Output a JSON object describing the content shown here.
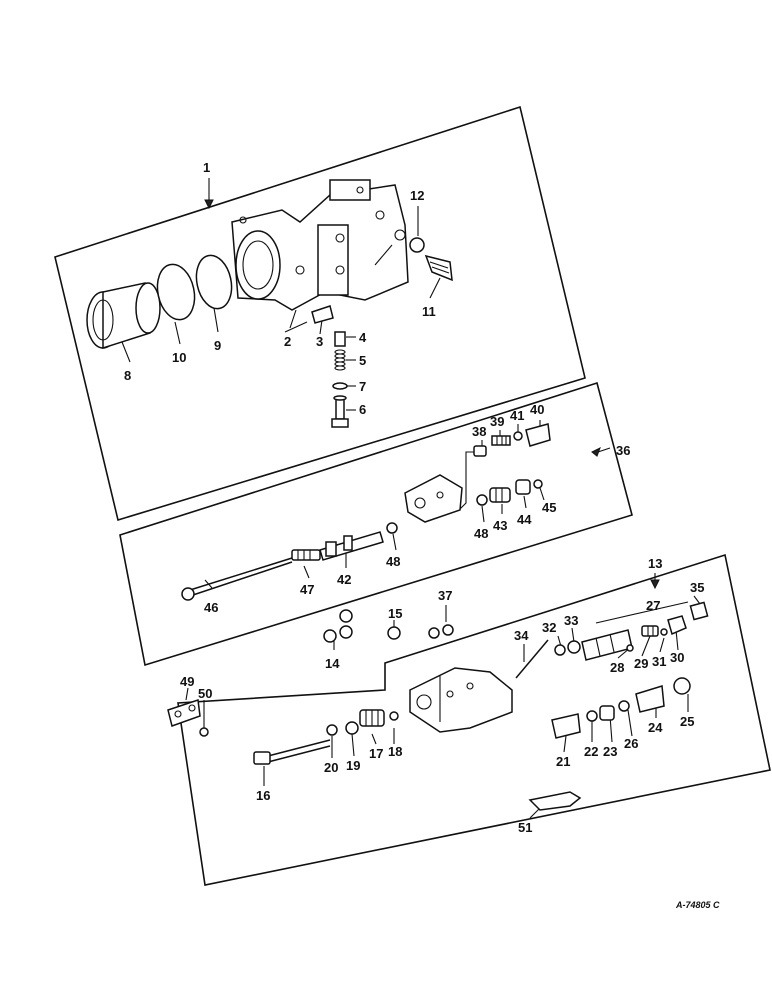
{
  "diagram": {
    "reference_code": "A-74805 C",
    "labels": {
      "l1": "1",
      "l2": "2",
      "l3": "3",
      "l4": "4",
      "l5": "5",
      "l6": "6",
      "l7": "7",
      "l8": "8",
      "l9": "9",
      "l10": "10",
      "l11": "11",
      "l12": "12",
      "l13": "13",
      "l14": "14",
      "l15": "15",
      "l16": "16",
      "l17": "17",
      "l18": "18",
      "l19": "19",
      "l20": "20",
      "l21": "21",
      "l22": "22",
      "l23": "23",
      "l24": "24",
      "l25": "25",
      "l26": "26",
      "l27": "27",
      "l28": "28",
      "l29": "29",
      "l30": "30",
      "l31": "31",
      "l32": "32",
      "l33": "33",
      "l34": "34",
      "l35": "35",
      "l36": "36",
      "l37": "37",
      "l38": "38",
      "l39": "39",
      "l40": "40",
      "l41": "41",
      "l42": "42",
      "l43": "43",
      "l44": "44",
      "l45": "45",
      "l46": "46",
      "l47": "47",
      "l48a": "48",
      "l48b": "48",
      "l49": "49",
      "l50": "50",
      "l51": "51"
    }
  }
}
